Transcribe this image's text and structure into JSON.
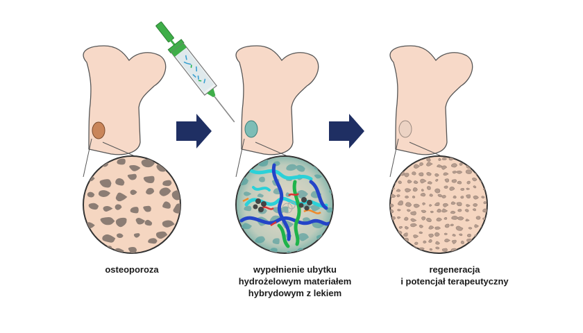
{
  "stages": [
    {
      "id": "osteoporosis",
      "caption_lines": [
        "osteoporoza"
      ]
    },
    {
      "id": "filling",
      "caption_lines": [
        "wypełnienie ubytku",
        "hydrożelowym materiałem",
        "hybrydowym z lekiem"
      ]
    },
    {
      "id": "regeneration",
      "caption_lines": [
        "regeneracja",
        "i potencjał terapeutyczny"
      ]
    }
  ],
  "colors": {
    "bone_fill": "#f7d9c8",
    "bone_outline": "#555555",
    "trabecular_bg": "#f5d6c1",
    "pore_fill": "#8c7d74",
    "arrow": "#1f2f63",
    "syringe_green": "#3fae49",
    "hydrogel_teal": "#5ab8b4",
    "polymer_blue": "#2444c8",
    "polymer_cyan": "#2bd1d8",
    "polymer_green": "#1fb34a"
  },
  "icons": [
    "bone-icon",
    "syringe-icon",
    "arrow-right-icon"
  ]
}
